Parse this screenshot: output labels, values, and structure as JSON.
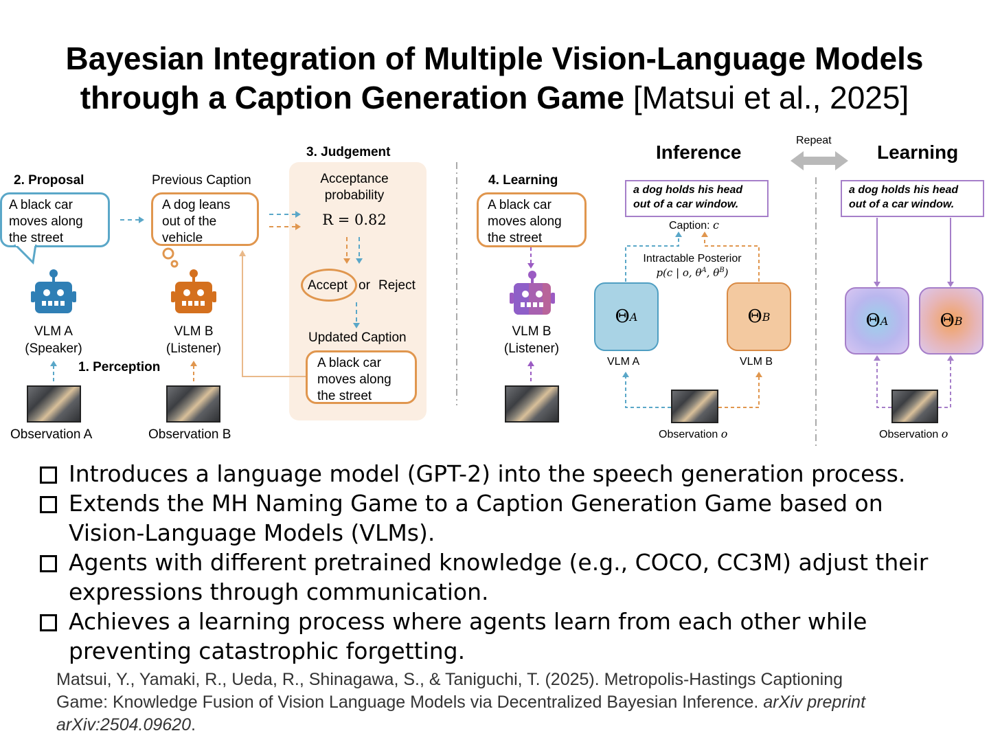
{
  "title": {
    "line1": "Bayesian Integration of Multiple Vision-Language Models",
    "line2": "through a Caption Generation Game",
    "citation": "[Matsui et al., 2025]"
  },
  "left_diagram": {
    "proposal": {
      "step": "2. Proposal",
      "caption": "A black car moves along the street"
    },
    "previous": {
      "label": "Previous Caption",
      "caption": "A dog leans out of the vehicle"
    },
    "judgement": {
      "step": "3. Judgement",
      "acceptance_label": "Acceptance probability",
      "formula": "R = 0.82",
      "accept": "Accept",
      "or": "or",
      "reject": "Reject",
      "updated_label": "Updated Caption",
      "updated_caption": "A black car moves along the street"
    },
    "vlm_a": {
      "name": "VLM A",
      "role": "(Speaker)"
    },
    "vlm_b": {
      "name": "VLM B",
      "role": "(Listener)"
    },
    "perception": "1. Perception",
    "obs_a": "Observation A",
    "obs_b": "Observation B",
    "learning": {
      "step": "4. Learning",
      "caption": "A black car moves along the street",
      "vlm_name": "VLM B",
      "vlm_role": "(Listener)"
    }
  },
  "right_diagram": {
    "inference_title": "Inference",
    "repeat": "Repeat",
    "learning_title": "Learning",
    "caption_text": "a dog holds his head out of a car window.",
    "caption_label": "Caption:",
    "caption_var": "c",
    "posterior_label": "Intractable Posterior",
    "posterior_formula": "p(c | o, θ",
    "theta_a": "Θ",
    "theta_a_sup": "A",
    "theta_b": "Θ",
    "theta_b_sup": "B",
    "vlm_a": "VLM A",
    "vlm_b": "VLM B",
    "observation_label": "Observation",
    "observation_var": "o"
  },
  "bullets": [
    "Introduces a language model (GPT-2) into the speech generation process.",
    "Extends the MH Naming Game to a Caption Generation Game based on Vision-Language Models (VLMs).",
    "Agents with different pretrained knowledge (e.g., COCO, CC3M) adjust their expressions through communication.",
    "Achieves a learning process where agents learn from each other while preventing catastrophic forgetting."
  ],
  "reference": {
    "text": "Matsui, Y., Yamaki, R., Ueda, R., Shinagawa, S., & Taniguchi, T. (2025). Metropolis-Hastings Captioning Game: Knowledge Fusion of Vision Language Models via Decentralized Bayesian Inference.",
    "venue": "arXiv preprint arXiv:2504.09620",
    "end": "."
  },
  "colors": {
    "blue": "#5aa7c8",
    "orange": "#e0964e",
    "purple": "#a57ec9",
    "judgement_bg": "#fbeee2",
    "robot_blue": "#2f7fb5",
    "robot_orange": "#d4701e",
    "robot_purple": "#9b5bc3"
  }
}
